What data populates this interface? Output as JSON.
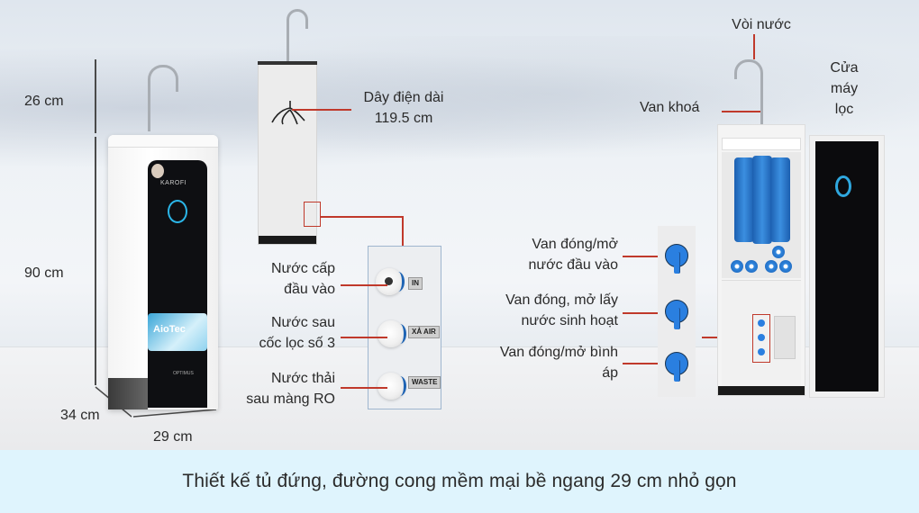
{
  "dimensions": {
    "faucet_height": "26 cm",
    "body_height": "90 cm",
    "depth": "34 cm",
    "width": "29 cm"
  },
  "side_view": {
    "power_cord_label_line1": "Dây điện dài",
    "power_cord_label_line2": "119.5 cm",
    "ports": [
      {
        "label_line1": "Nước cấp",
        "label_line2": "đầu vào",
        "tag": "IN"
      },
      {
        "label_line1": "Nước sau",
        "label_line2": "cốc lọc số 3",
        "tag": "XẢ AIR"
      },
      {
        "label_line1": "Nước thải",
        "label_line2": "sau màng RO",
        "tag": "WASTE"
      }
    ]
  },
  "open_view": {
    "faucet_label": "Vòi nước",
    "lock_valve_label": "Van khoá",
    "door_label_line1": "Cửa",
    "door_label_line2": "máy",
    "door_label_line3": "lọc",
    "valves": [
      {
        "label_line1": "Van đóng/mở",
        "label_line2": "nước đầu vào"
      },
      {
        "label_line1": "Van đóng, mở lấy",
        "label_line2": "nước sinh hoạt"
      },
      {
        "label_line1": "Van đóng/mở bình",
        "label_line2": "áp"
      }
    ]
  },
  "product": {
    "brand": "KAROFI",
    "sticker": "AioTec"
  },
  "caption": "Thiết kế tủ đứng, đường cong mềm mại bề ngang 29 cm nhỏ gọn",
  "colors": {
    "callout_line": "#c0392b",
    "caption_bg": "#dff4fd",
    "accent_blue": "#2a7fe0"
  }
}
